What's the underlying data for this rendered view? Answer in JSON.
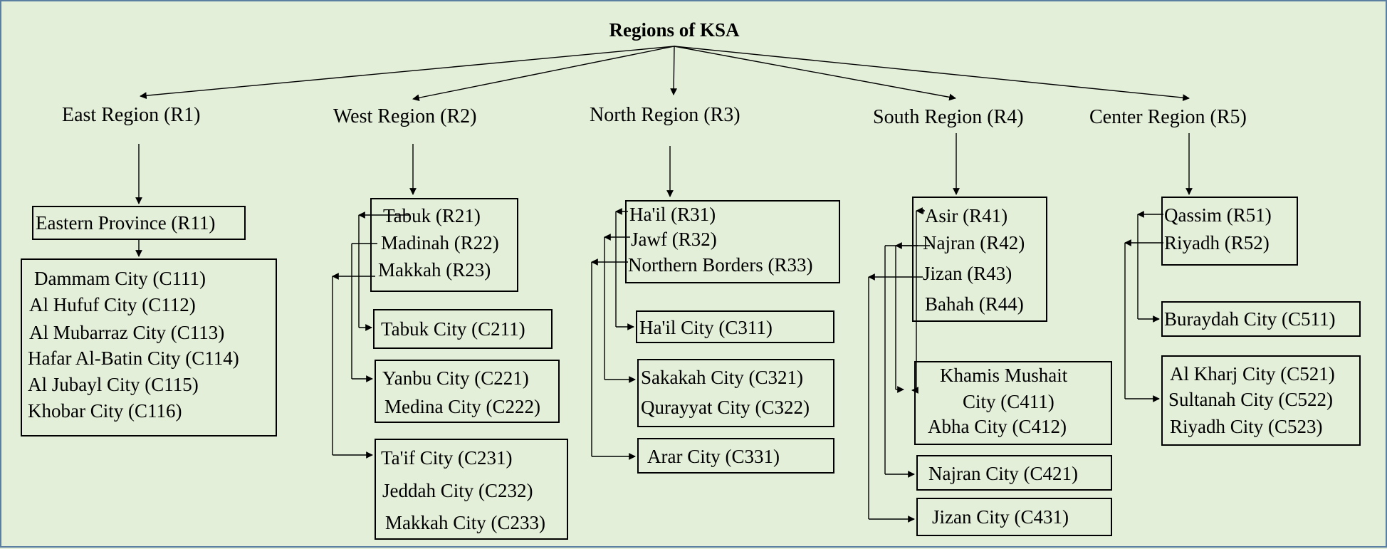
{
  "title": "Regions of KSA",
  "regions": [
    {
      "label": "East Region (R1)",
      "subregions": [
        "Eastern Province (R11)"
      ],
      "cities": [
        [
          "Dammam City (C111)",
          "Al Hufuf City (C112)",
          "Al Mubarraz City (C113)",
          "Hafar Al-Batin City (C114)",
          "Al Jubayl City (C115)",
          "Khobar City (C116)"
        ]
      ]
    },
    {
      "label": "West Region (R2)",
      "subregions": [
        "Tabuk (R21)",
        "Madinah (R22)",
        "Makkah (R23)"
      ],
      "cities": [
        [
          "Tabuk City (C211)"
        ],
        [
          "Yanbu City (C221)",
          "Medina City (C222)"
        ],
        [
          "Ta'if City (C231)",
          "Jeddah City (C232)",
          "Makkah City (C233)"
        ]
      ]
    },
    {
      "label": "North Region (R3)",
      "subregions": [
        "Ha'il (R31)",
        "Jawf (R32)",
        "Northern Borders (R33)"
      ],
      "cities": [
        [
          "Ha'il City (C311)"
        ],
        [
          "Sakakah City (C321)",
          "Qurayyat City (C322)"
        ],
        [
          "Arar City (C331)"
        ]
      ]
    },
    {
      "label": "South Region (R4)",
      "subregions": [
        "'Asir (R41)",
        "Najran (R42)",
        "Jizan (R43)",
        "Bahah (R44)"
      ],
      "cities": [
        [
          "Khamis Mushait",
          "City (C411)",
          "Abha City (C412)"
        ],
        [
          "Najran City (C421)"
        ],
        [
          "Jizan City (C431)"
        ]
      ]
    },
    {
      "label": "Center Region (R5)",
      "subregions": [
        "Qassim (R51)",
        "Riyadh (R52)"
      ],
      "cities": [
        [
          "Buraydah City (C511)"
        ],
        [
          "Al Kharj City (C521)",
          "Sultanah City (C522)",
          "Riyadh City (C523)"
        ]
      ]
    }
  ]
}
